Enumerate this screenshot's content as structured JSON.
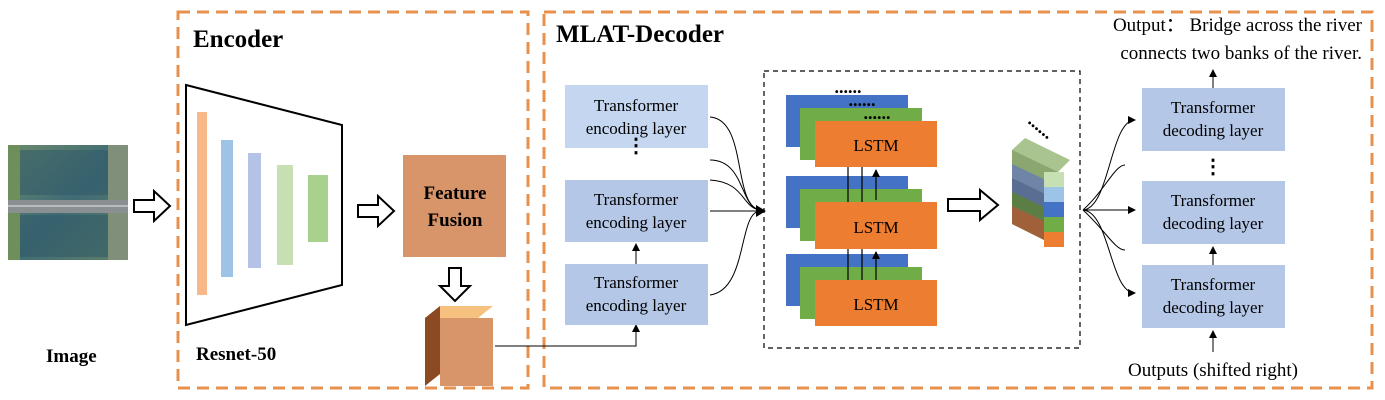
{
  "encoder": {
    "title": "Encoder",
    "backbone_label": "Resnet-50",
    "fusion_label_line1": "Feature",
    "fusion_label_line2": "Fusion"
  },
  "input": {
    "label": "Image"
  },
  "decoder": {
    "title": "MLAT-Decoder",
    "encoding_layers": [
      {
        "line1": "Transformer",
        "line2": "encoding layer"
      },
      {
        "line1": "Transformer",
        "line2": "encoding layer"
      },
      {
        "line1": "Transformer",
        "line2": "encoding layer"
      }
    ],
    "lstm_label": "LSTM",
    "decoding_layers": [
      {
        "line1": "Transformer",
        "line2": "decoding layer"
      },
      {
        "line1": "Transformer",
        "line2": "decoding layer"
      },
      {
        "line1": "Transformer",
        "line2": "decoding layer"
      }
    ],
    "shifted_label": "Outputs (shifted right)",
    "output_line1": "Output： Bridge across the river",
    "output_line2": "connects two banks of the river."
  },
  "colors": {
    "dashed_border": "#e8914d",
    "encoding_box": "#b4c7e7",
    "encoding_box_top": "#c5d7f0",
    "lstm_orange": "#ed7d31",
    "lstm_green": "#70ad47",
    "lstm_blue": "#4472c4",
    "fusion": "#d9956a",
    "conv_orange": "#f8b88a",
    "conv_blue": "#9dc3e6",
    "conv_lavender": "#b4c2e8",
    "conv_lightgreen": "#c6e0b4",
    "conv_green": "#a9d18e"
  }
}
